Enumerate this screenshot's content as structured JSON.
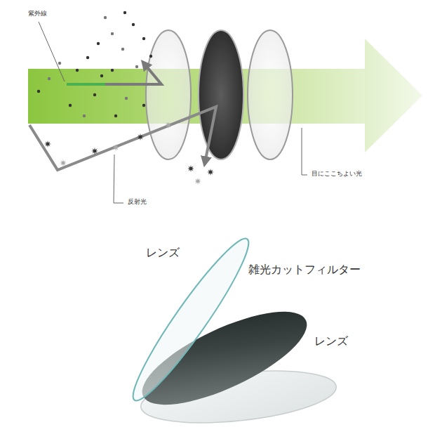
{
  "diagram": {
    "labels": [
      "紫外線",
      "反射光",
      "目にここちよい光",
      "レンズ",
      "雑光カットフィルター",
      "レンズ"
    ]
  }
}
